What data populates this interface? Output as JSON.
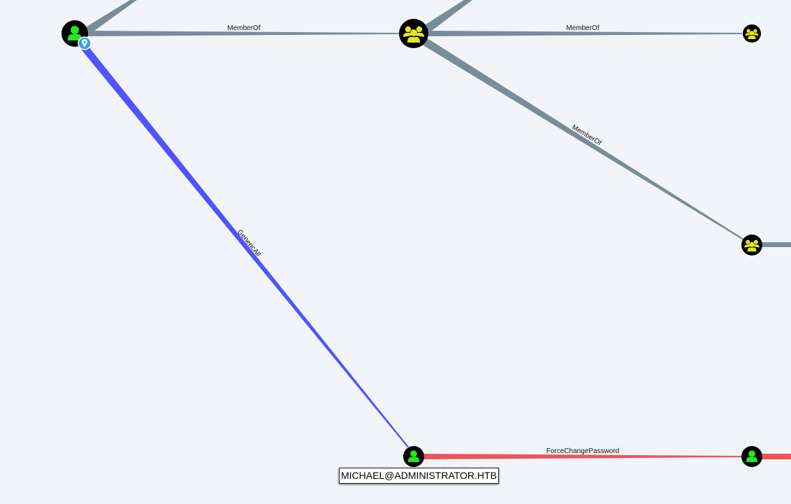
{
  "graph": {
    "edges": [
      {
        "id": "memberof-1",
        "label": "MemberOf",
        "color": "#7b8c99"
      },
      {
        "id": "memberof-2",
        "label": "MemberOf",
        "color": "#7b8c99"
      },
      {
        "id": "memberof-3",
        "label": "MemberOf",
        "color": "#7b8c99"
      },
      {
        "id": "genericall",
        "label": "GenericAll",
        "color": "#5252ff"
      },
      {
        "id": "forcechangepassword",
        "label": "ForceChangePassword",
        "color": "#f05258"
      }
    ],
    "nodes": [
      {
        "id": "user-owned",
        "kind": "user",
        "icon": "user-icon",
        "badge": "owned-pin-icon"
      },
      {
        "id": "group-main",
        "kind": "group",
        "icon": "group-icon"
      },
      {
        "id": "group-top-right",
        "kind": "group",
        "icon": "group-icon"
      },
      {
        "id": "group-mid-right",
        "kind": "group",
        "icon": "group-icon"
      },
      {
        "id": "user-michael",
        "kind": "user",
        "icon": "user-icon",
        "label": "MICHAEL@ADMINISTRATOR.HTB"
      },
      {
        "id": "user-bottom-right",
        "kind": "user",
        "icon": "user-icon"
      }
    ],
    "colors": {
      "background": "#f1f5fa",
      "node_fill": "#000000",
      "user_icon": "#22e622",
      "group_icon": "#e0e620",
      "owned_badge": "#3d9be9"
    }
  }
}
